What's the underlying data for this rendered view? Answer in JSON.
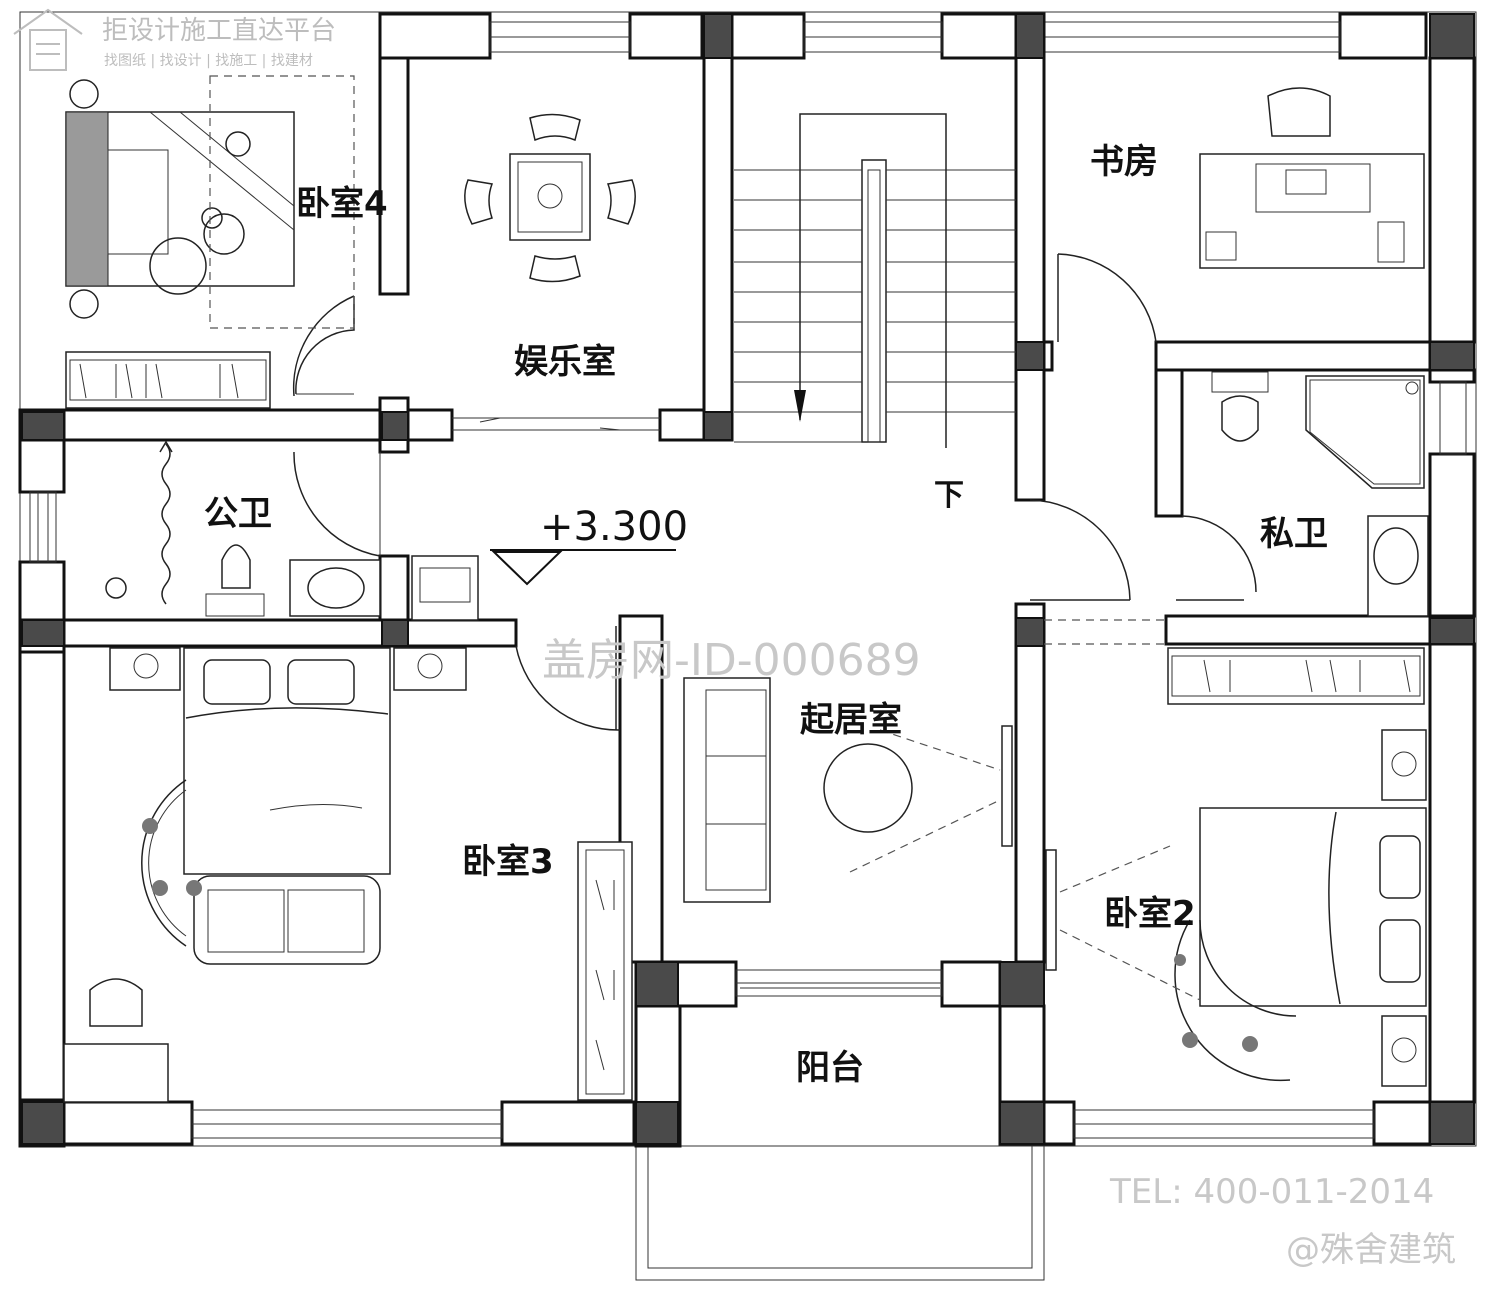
{
  "rooms": {
    "bedroom4": "卧室4",
    "entertainment": "娱乐室",
    "study": "书房",
    "public_bath": "公卫",
    "private_bath": "私卫",
    "living": "起居室",
    "bedroom3": "卧室3",
    "bedroom2": "卧室2",
    "balcony": "阳台",
    "stair_down": "下"
  },
  "level_mark": "+3.300",
  "watermarks": {
    "center": "盖房网-ID-000689",
    "phone": "TEL: 400-011-2014",
    "brand": "@殊舍建筑"
  },
  "logo": {
    "title": "拒设计施工直达平台",
    "subtitle": "找图纸 | 找设计 | 找施工 | 找建材"
  },
  "colors": {
    "wall_line": "#111111",
    "column_fill": "#4a4a4a",
    "watermark": "#c8c8c8"
  }
}
